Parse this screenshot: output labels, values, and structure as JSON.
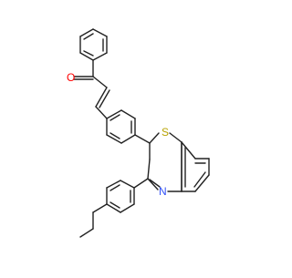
{
  "molecule": {
    "atom_labels": {
      "oxygen": "O",
      "sulfur": "S",
      "nitrogen": "N"
    },
    "colors": {
      "bond": "#222222",
      "oxygen": "#ff0000",
      "sulfur": "#b8a200",
      "nitrogen": "#3050f8",
      "background": "#ffffff"
    }
  }
}
